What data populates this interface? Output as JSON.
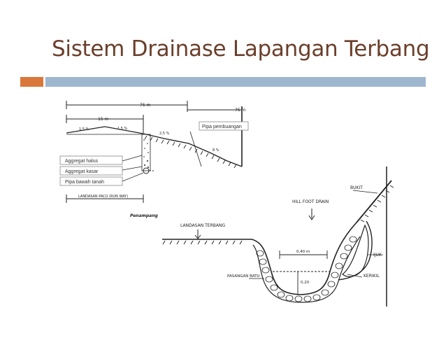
{
  "title": "Sistem Drainase Lapangan Terbang",
  "colors": {
    "accent": "#d9783a",
    "bar": "#9fb6cf",
    "title": "#6b3f2b"
  },
  "figure1": {
    "dim_top": "75 m",
    "dim_15": "15 m",
    "dim_right": "75 m",
    "slope_left": "1,5 %",
    "slope_right": "1,5 %",
    "slope_mid": "2,5 %",
    "slope_far": "8 %",
    "pipe_outlet": "Pipa pembuangan",
    "fine_aggregate": "Aggregat halus",
    "coarse_aggregate": "Aggregat kasar",
    "underground_pipe": "Pipa bawah tanah",
    "runway": "LANDASAN PACU (RUN WAY)",
    "section": "Penampang"
  },
  "figure2": {
    "hill_foot_drain": "HILL FOOT DRAIN",
    "hill": "BUKIT",
    "airstrip": "LANDASAN TERBANG",
    "width": "0,40 m",
    "depth": "0,20",
    "stone_masonry": "PASANGAN BATU",
    "fibre": "IJUK",
    "gravel": "KERIKIL"
  }
}
